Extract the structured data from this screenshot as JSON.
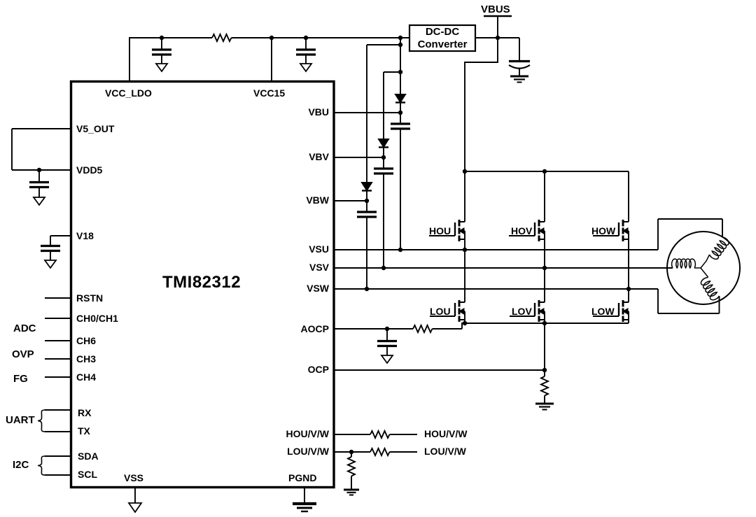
{
  "ic": {
    "name": "TMI82312",
    "pins": {
      "vcc_ldo": "VCC_LDO",
      "vcc15": "VCC15",
      "v5_out": "V5_OUT",
      "vdd5": "VDD5",
      "v18": "V18",
      "rstn": "RSTN",
      "ch0_ch1": "CH0/CH1",
      "ch6": "CH6",
      "ch3": "CH3",
      "ch4": "CH4",
      "rx": "RX",
      "tx": "TX",
      "sda": "SDA",
      "scl": "SCL",
      "vss": "VSS",
      "pgnd": "PGND",
      "vbu": "VBU",
      "vbv": "VBV",
      "vbw": "VBW",
      "vsu": "VSU",
      "vsv": "VSV",
      "vsw": "VSW",
      "aocp": "AOCP",
      "ocp": "OCP",
      "houvw": "HOU/V/W",
      "louvw": "LOU/V/W"
    }
  },
  "external": {
    "vbus": "VBUS",
    "dcdc": {
      "line1": "DC-DC",
      "line2": "Converter"
    },
    "interfaces": {
      "adc": "ADC",
      "ovp": "OVP",
      "fg": "FG",
      "uart": "UART",
      "i2c": "I2C"
    },
    "mosfets": {
      "hou": "HOU",
      "hov": "HOV",
      "how": "HOW",
      "lou": "LOU",
      "lov": "LOV",
      "low": "LOW"
    },
    "nets": {
      "houvw": "HOU/V/W",
      "louvw": "LOU/V/W"
    }
  },
  "colors": {
    "line": "#000000",
    "background": "#ffffff"
  }
}
